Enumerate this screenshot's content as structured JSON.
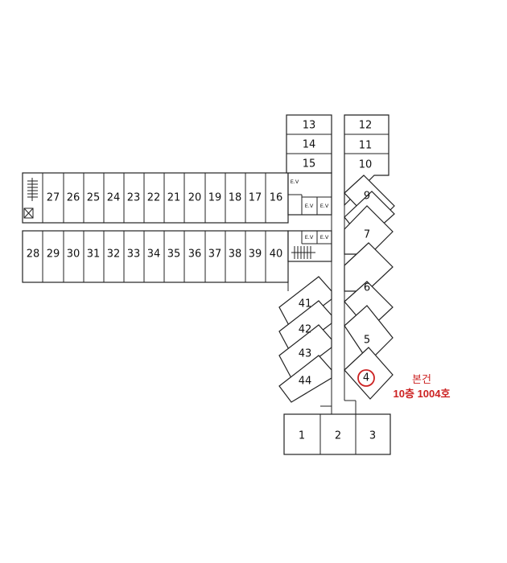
{
  "units": {
    "u1": "1",
    "u2": "2",
    "u3": "3",
    "u4": "4",
    "u5": "5",
    "u6": "6",
    "u7": "7",
    "u9": "9",
    "u10": "10",
    "u11": "11",
    "u12": "12",
    "u13": "13",
    "u14": "14",
    "u15": "15",
    "u16": "16",
    "u17": "17",
    "u18": "18",
    "u19": "19",
    "u20": "20",
    "u21": "21",
    "u22": "22",
    "u23": "23",
    "u24": "24",
    "u25": "25",
    "u26": "26",
    "u27": "27",
    "u28": "28",
    "u29": "29",
    "u30": "30",
    "u31": "31",
    "u32": "32",
    "u33": "33",
    "u34": "34",
    "u35": "35",
    "u36": "36",
    "u37": "37",
    "u38": "38",
    "u39": "39",
    "u40": "40",
    "u41": "41",
    "u42": "42",
    "u43": "43",
    "u44": "44"
  },
  "elevator_label": "E.V",
  "annotation": {
    "line1": "본건",
    "line2": "10층 1004호"
  },
  "colors": {
    "line": "#222222",
    "highlight": "#cc2222"
  }
}
